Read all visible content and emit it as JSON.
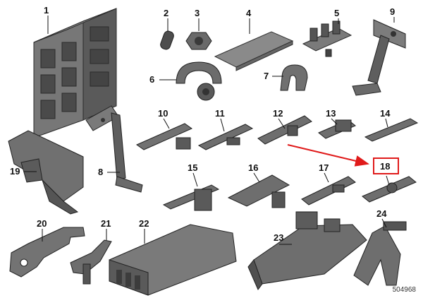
{
  "diagram": {
    "image_number": "504968",
    "highlight_color": "#e01b1b",
    "highlighted_part": "18",
    "parts": [
      {
        "key": "p1",
        "label": "1"
      },
      {
        "key": "p2",
        "label": "2"
      },
      {
        "key": "p3",
        "label": "3"
      },
      {
        "key": "p4",
        "label": "4"
      },
      {
        "key": "p5",
        "label": "5"
      },
      {
        "key": "p6",
        "label": "6"
      },
      {
        "key": "p7",
        "label": "7"
      },
      {
        "key": "p8",
        "label": "8"
      },
      {
        "key": "p9",
        "label": "9"
      },
      {
        "key": "p10",
        "label": "10"
      },
      {
        "key": "p11",
        "label": "11"
      },
      {
        "key": "p12",
        "label": "12"
      },
      {
        "key": "p13",
        "label": "13"
      },
      {
        "key": "p14",
        "label": "14"
      },
      {
        "key": "p15",
        "label": "15"
      },
      {
        "key": "p16",
        "label": "16"
      },
      {
        "key": "p17",
        "label": "17"
      },
      {
        "key": "p18",
        "label": "18"
      },
      {
        "key": "p19",
        "label": "19"
      },
      {
        "key": "p20",
        "label": "20"
      },
      {
        "key": "p21",
        "label": "21"
      },
      {
        "key": "p22",
        "label": "22"
      },
      {
        "key": "p23",
        "label": "23"
      },
      {
        "key": "p24",
        "label": "24"
      }
    ]
  }
}
